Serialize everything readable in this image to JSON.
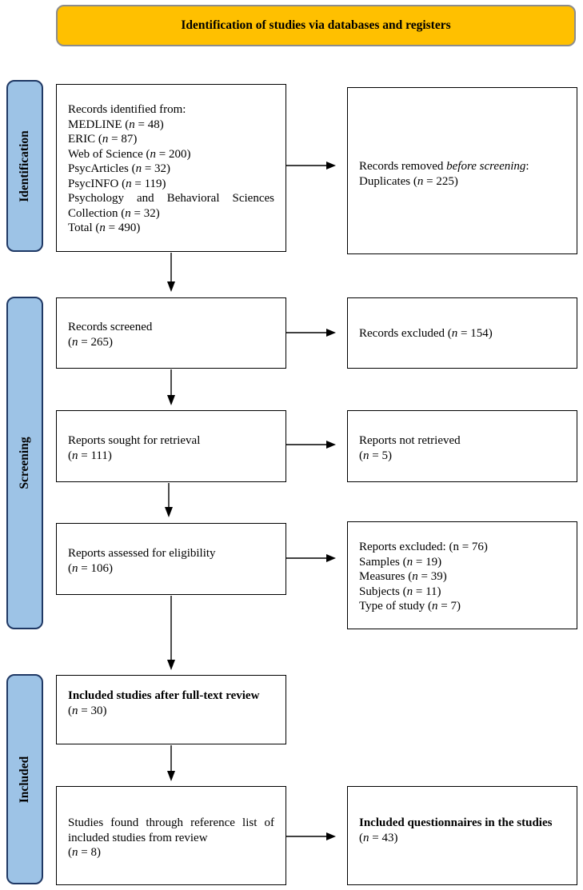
{
  "banner": {
    "title": "Identification of studies via databases and registers"
  },
  "phases": {
    "identification": "Identification",
    "screening": "Screening",
    "included": "Included"
  },
  "identification": {
    "records_heading": "Records identified from:",
    "sources": [
      {
        "name": "MEDLINE",
        "n": "48"
      },
      {
        "name": "ERIC",
        "n": "87"
      },
      {
        "name": "Web of Science",
        "n": "200"
      },
      {
        "name": "PsycArticles",
        "n": "32"
      },
      {
        "name": "PsycINFO",
        "n": "119"
      },
      {
        "name": "Psychology and Behavioral Sciences Collection",
        "n": "32"
      }
    ],
    "total_label": "Total",
    "total_n": "490",
    "removed_prefix": "Records removed",
    "removed_italic": "before screening",
    "removed_suffix": ":",
    "duplicates_label": "Duplicates",
    "duplicates_n": "225"
  },
  "screening": {
    "screened_label": "Records screened",
    "screened_n": "265",
    "excluded_label": "Records excluded",
    "excluded_n": "154",
    "sought_label": "Reports sought for retrieval",
    "sought_n": "111",
    "not_retrieved_label": "Reports not retrieved",
    "not_retrieved_n": "5",
    "assessed_label": "Reports assessed for eligibility",
    "assessed_n": "106",
    "reports_excluded_label": "Reports excluded: (n = 76)",
    "reasons": [
      {
        "name": "Samples",
        "n": "19"
      },
      {
        "name": "Measures",
        "n": "39"
      },
      {
        "name": "Subjects",
        "n": "11"
      },
      {
        "name": "Type of study",
        "n": "7"
      }
    ]
  },
  "included": {
    "studies_label": "Included studies after full-text review",
    "studies_n": "30",
    "reference_label": "Studies found through reference list of included studies from review",
    "reference_n": "8",
    "questionnaires_label": "Included questionnaires in the studies",
    "questionnaires_n": "43"
  },
  "n_symbol": "n"
}
